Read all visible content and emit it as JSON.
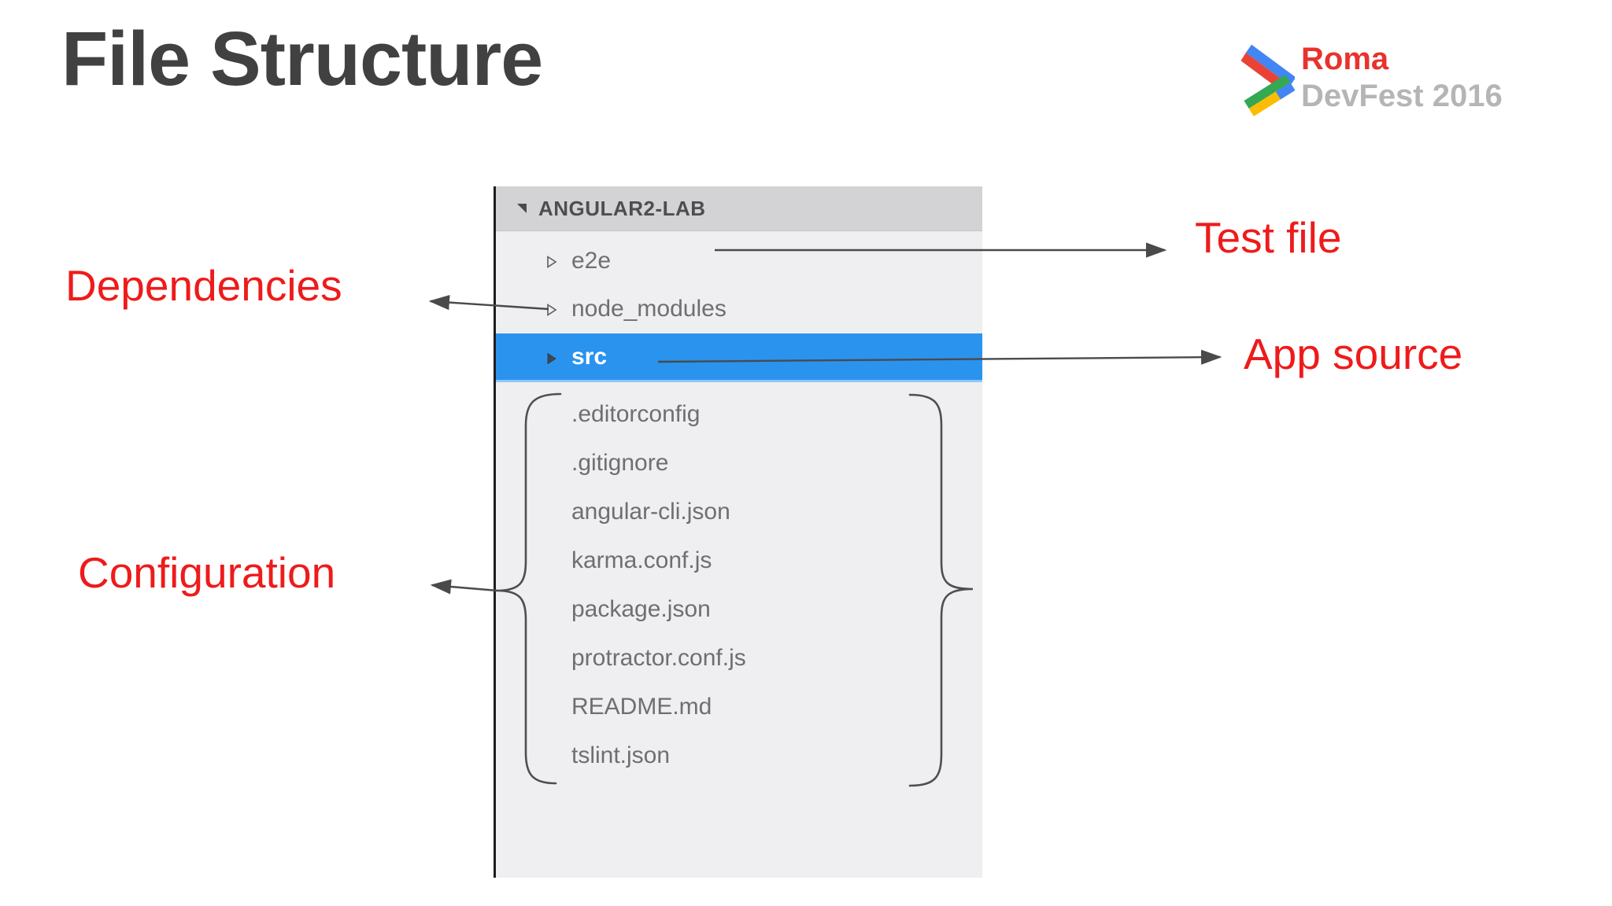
{
  "title": "File Structure",
  "logo": {
    "event": "Roma",
    "edition": "DevFest 2016",
    "icon": "devfest-chevron-icon"
  },
  "file_tree": {
    "root": "ANGULAR2-LAB",
    "folders": [
      {
        "name": "e2e",
        "state": "collapsed"
      },
      {
        "name": "node_modules",
        "state": "collapsed"
      },
      {
        "name": "src",
        "state": "collapsed",
        "selected": true
      }
    ],
    "files": [
      ".editorconfig",
      ".gitignore",
      "angular-cli.json",
      "karma.conf.js",
      "package.json",
      "protractor.conf.js",
      "README.md",
      "tslint.json"
    ],
    "selected_item": "src"
  },
  "annotations": {
    "dependencies": {
      "label": "Dependencies",
      "target": "node_modules"
    },
    "test_file": {
      "label": "Test file",
      "target": "e2e"
    },
    "app_source": {
      "label": "App source",
      "target": "src"
    },
    "configuration": {
      "label": "Configuration",
      "target": "configuration files group"
    }
  },
  "colors": {
    "annotation_red": "#ee1b1b",
    "selection_blue": "#2a93ee",
    "title_gray": "#414141",
    "devfest_text_red": "#e8332c",
    "devfest_text_gray": "#b5b5b5",
    "panel_bg": "#efeef0",
    "panel_header_bg": "#d3d2d4",
    "file_text_gray": "#6f6f6f",
    "arrow_gray": "#4a4a4a",
    "logo_blue": "#4285f4",
    "logo_red": "#ea4335",
    "logo_green": "#34a853",
    "logo_yellow": "#fbbc05"
  }
}
